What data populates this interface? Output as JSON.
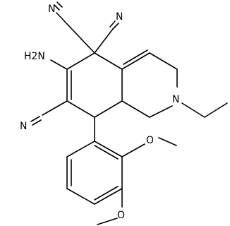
{
  "structure": {
    "atoms": {
      "amino": "H2N",
      "methoxy_o_upper": "O",
      "methoxy_o_lower": "O",
      "nitrile_n_top_left": "N",
      "nitrile_n_top_right": "N",
      "nitrile_n_left": "N",
      "ring_nitrogen": "N"
    }
  }
}
